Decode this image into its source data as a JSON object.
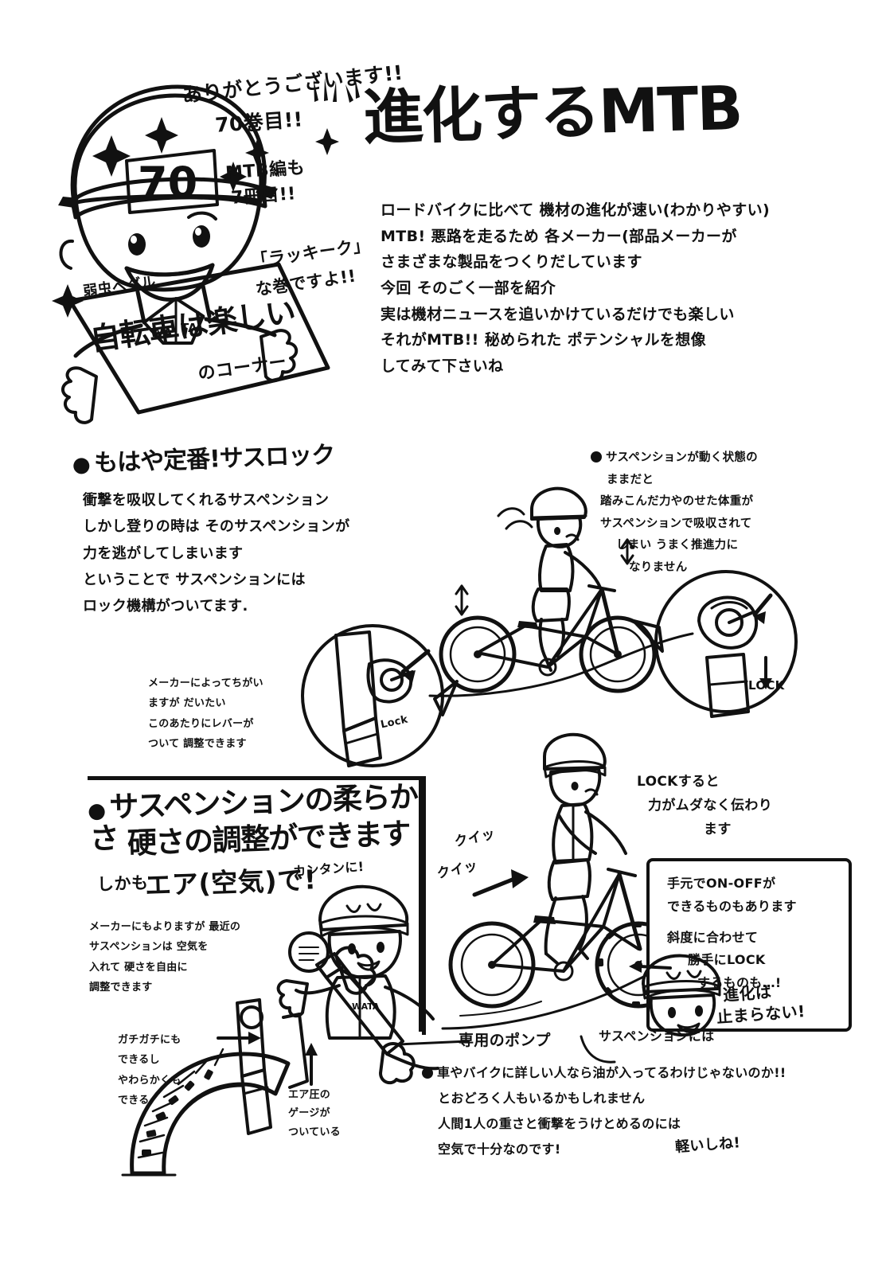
{
  "page": {
    "title": "進化するMTB",
    "corner_label": "「ラッキーク」な巻ですよ!!"
  },
  "mascot": {
    "cap_number": "70",
    "collar_left": "WA",
    "collar_right": "TA",
    "speech": [
      "ありがとうございます!!",
      "70巻目!!",
      "MTB編も",
      "7冊目!!"
    ],
    "sign": {
      "line1": "弱虫ペダル",
      "line2": "自転車は楽しい",
      "line3": "のコーナー"
    }
  },
  "intro": [
    "ロードバイクに比べて 機材の進化が速い(わかりやすい)",
    "MTB! 悪路を走るため 各メーカー(部品メーカーが",
    "さまざまな製品をつくりだしています",
    "今回 そのごく一部を紹介",
    "実は機材ニュースを追いかけているだけでも楽しい",
    "それがMTB!! 秘められた ポテンシャルを想像",
    "してみて下さいね"
  ],
  "section1": {
    "heading": "もはや定番!サスロック",
    "body": [
      "衝撃を吸収してくれるサスペンション",
      "しかし登りの時は そのサスペンションが",
      "力を逃がしてしまいます",
      "ということで サスペンションには",
      "ロック機構がついてます."
    ],
    "note_left": [
      "メーカーによってちがい",
      "ますが だいたい",
      "このあたりにレバーが",
      "ついて 調整できます"
    ],
    "note_right": [
      "サスペンションが動く状態の",
      "ままだと",
      "踏みこんだ力やのせた体重が",
      "サスペンションで吸収されて",
      "しまい うまく推進力に",
      "なりません"
    ],
    "note_lock": [
      "LOCKすると",
      "力がムダなく伝わり",
      "ます"
    ],
    "lock_label_1": "Lock",
    "lock_label_2": "LOCK"
  },
  "section2": {
    "heading_line1": "サスペンションの柔らかさ",
    "heading_line2": "硬さの調整ができます",
    "heading_line3_a": "しかも",
    "heading_line3_b": "エア(空気)で!",
    "callout_simple": "カンタンに!",
    "note_maker": [
      "メーカーにもよりますが 最近の",
      "サスペンションは 空気を",
      "入れて 硬さを自由に",
      "調整できます"
    ],
    "note_stiff": [
      "ガチガチにも",
      "できるし",
      "やわらかくも",
      "できる"
    ],
    "note_gauge": [
      "エア圧の",
      "ゲージが",
      "ついている"
    ],
    "pump_label": "専用のポンプ",
    "susp_label": "サスペンションには",
    "effort": [
      "クイッ",
      "クイッ"
    ]
  },
  "panel_right": {
    "lines": [
      "手元でON-OFFが",
      "できるものもあります",
      "斜度に合わせて",
      "勝手にLOCK",
      "するものも…!"
    ],
    "shout_line1": "進化は",
    "shout_line2": "止まらない!"
  },
  "closing": [
    "車やバイクに詳しい人なら油が入ってるわけじゃないのか!!",
    "とおどろく人もいるかもしれません",
    "人間1人の重さと衝撃をうけとめるのには",
    "空気で十分なのです!"
  ],
  "closing_aside": "軽いしね!",
  "colors": {
    "ink": "#111111",
    "paper": "#ffffff",
    "shade": "#d9d9d9",
    "light_shade": "#efefef"
  }
}
